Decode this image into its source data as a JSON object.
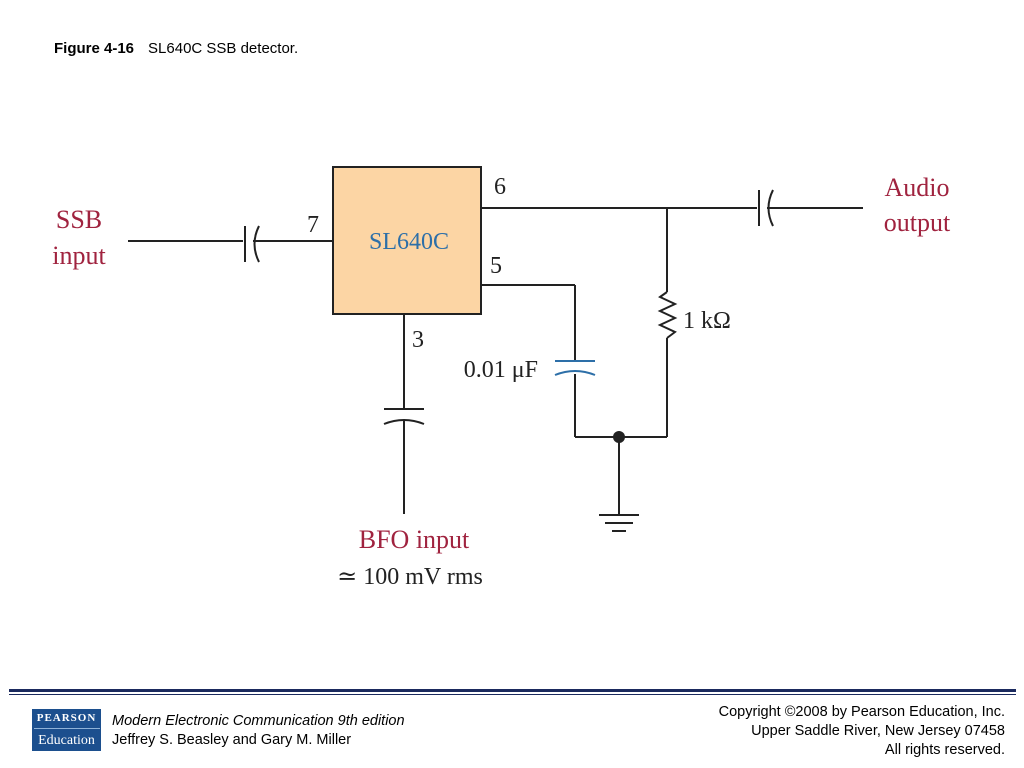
{
  "figure": {
    "number": "Figure 4-16",
    "caption": "SL640C SSB detector."
  },
  "schematic": {
    "ic_label": "SL640C",
    "pins": {
      "p7": "7",
      "p6": "6",
      "p5": "5",
      "p3": "3"
    },
    "ssb_input": [
      "SSB",
      "input"
    ],
    "audio_output": [
      "Audio",
      "output"
    ],
    "capacitor_value": "0.01 μF",
    "resistor_value": "1 kΩ",
    "bfo_input": [
      "BFO input",
      "≃ 100 mV rms"
    ],
    "colors": {
      "ic_fill": "#fcd5a4",
      "ic_label": "#2d6fa8",
      "label_red": "#a0233f",
      "wire": "#222222",
      "cap_blue": "#2d6fa8"
    }
  },
  "footer": {
    "logo_top": "PEARSON",
    "logo_bottom": "Education",
    "book_title": "Modern Electronic Communication 9th edition",
    "authors": "Jeffrey S. Beasley and Gary M. Miller",
    "copyright": "Copyright ©2008 by Pearson Education, Inc.",
    "address": "Upper Saddle River, New Jersey 07458",
    "rights": "All rights reserved."
  }
}
